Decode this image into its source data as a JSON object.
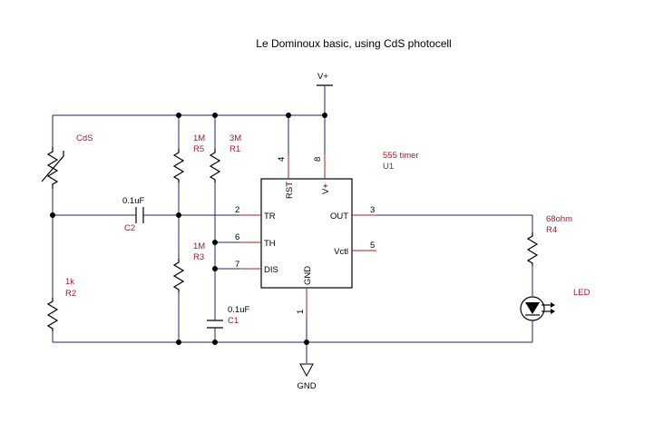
{
  "title": "Le Dominoux basic, using CdS photocell",
  "power": {
    "vplus": "V+",
    "gnd": "GND"
  },
  "components": {
    "cds": {
      "label": "CdS"
    },
    "c2": {
      "value": "0.1uF",
      "ref": "C2"
    },
    "r2": {
      "value": "1k",
      "ref": "R2"
    },
    "r5": {
      "value": "1M",
      "ref": "R5"
    },
    "r3": {
      "value": "1M",
      "ref": "R3"
    },
    "r1": {
      "value": "3M",
      "ref": "R1"
    },
    "c1": {
      "value": "0.1uF",
      "ref": "C1"
    },
    "u1": {
      "value": "555 timer",
      "ref": "U1"
    },
    "r4": {
      "value": "68ohm",
      "ref": "R4"
    },
    "led": {
      "label": "LED"
    }
  },
  "ic_pins": {
    "tr": {
      "name": "TR",
      "num": "2"
    },
    "th": {
      "name": "TH",
      "num": "6"
    },
    "dis": {
      "name": "DIS",
      "num": "7"
    },
    "rst": {
      "name": "RST",
      "num": "4"
    },
    "vplus": {
      "name": "V+",
      "num": "8"
    },
    "out": {
      "name": "OUT",
      "num": "3"
    },
    "vctl": {
      "name": "Vctl",
      "num": "5"
    },
    "gnd": {
      "name": "GND",
      "num": "1"
    }
  }
}
